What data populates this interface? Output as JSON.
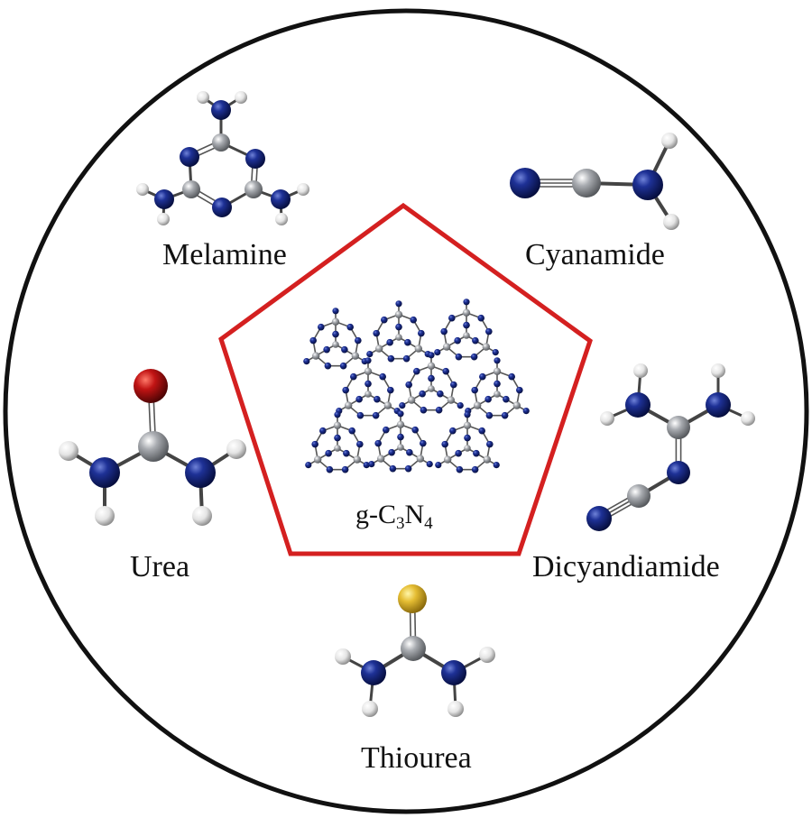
{
  "molecules": {
    "melamine": "Melamine",
    "cyanamide": "Cyanamide",
    "urea": "Urea",
    "dicyandiamide": "Dicyandiamide",
    "thiourea": "Thiourea"
  },
  "product": {
    "prefix": "g-C",
    "sub1": "3",
    "mid": "N",
    "sub2": "4"
  },
  "colors": {
    "frame": "#111111",
    "pentagon": "#d42020",
    "nitrogen": "#0f1f74",
    "carbon": "#8f9296",
    "hydrogen": "#e6e6e6",
    "oxygen": "#a00d0d",
    "sulfur": "#d8b22a"
  }
}
